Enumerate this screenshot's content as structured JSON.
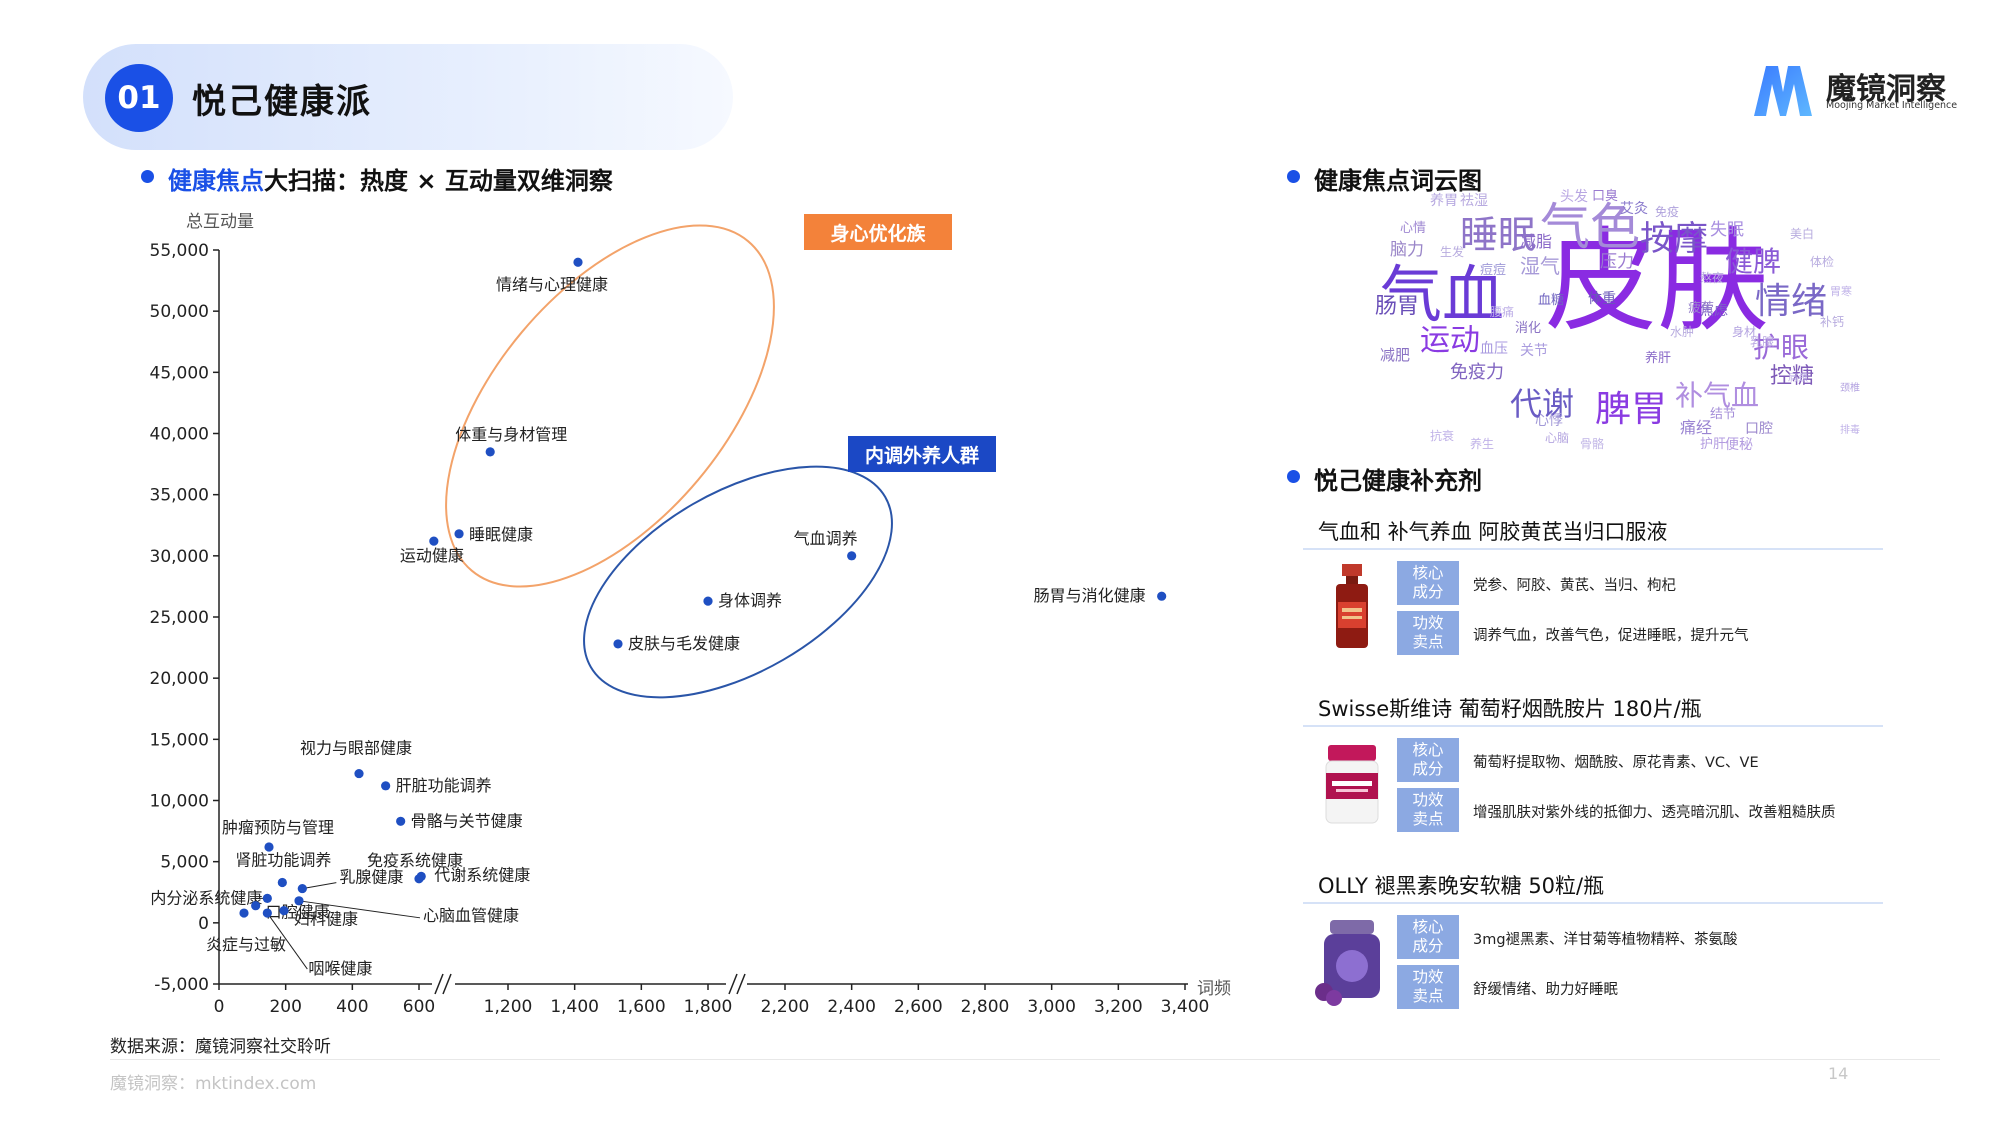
{
  "header": {
    "number": "01",
    "title": "悦己健康派"
  },
  "logo": {
    "name": "魔镜洞察",
    "subtitle": "Moojing Market Intelligence",
    "color": "#2d6cf0"
  },
  "left_section": {
    "title_highlight": "健康焦点",
    "title_rest": "大扫描：热度 × 互动量双维洞察"
  },
  "chart_data": {
    "type": "scatter",
    "ylabel": "总互动量",
    "xlabel": "词频",
    "ylim": [
      -5000,
      55000
    ],
    "yticks": [
      {
        "v": 55000,
        "label": "55,000"
      },
      {
        "v": 50000,
        "label": "50,000"
      },
      {
        "v": 45000,
        "label": "45,000"
      },
      {
        "v": 40000,
        "label": "40,000"
      },
      {
        "v": 35000,
        "label": "35,000"
      },
      {
        "v": 30000,
        "label": "30,000"
      },
      {
        "v": 25000,
        "label": "25,000"
      },
      {
        "v": 20000,
        "label": "20,000"
      },
      {
        "v": 15000,
        "label": "15,000"
      },
      {
        "v": 10000,
        "label": "10,000"
      },
      {
        "v": 5000,
        "label": "5,000"
      },
      {
        "v": 0,
        "label": "0"
      },
      {
        "v": -5000,
        "label": "-5,000"
      }
    ],
    "xticks": [
      "0",
      "200",
      "400",
      "600",
      "1,200",
      "1,400",
      "1,600",
      "1,800",
      "2,200",
      "2,400",
      "2,600",
      "2,800",
      "3,000",
      "3,200",
      "3,400"
    ],
    "axis_breaks": [
      "600-1200",
      "1800-2200"
    ],
    "point_color": "#1f4fc2",
    "points": [
      {
        "label": "情绪与心理健康",
        "x": 1410,
        "y": 54000
      },
      {
        "label": "体重与身材管理",
        "x": 1080,
        "y": 38500
      },
      {
        "label": "睡眠健康",
        "x": 870,
        "y": 31800
      },
      {
        "label": "运动健康",
        "x": 700,
        "y": 31200
      },
      {
        "label": "气血调养",
        "x": 2400,
        "y": 30000
      },
      {
        "label": "身体调养",
        "x": 1800,
        "y": 26300
      },
      {
        "label": "皮肤与毛发健康",
        "x": 1530,
        "y": 22800
      },
      {
        "label": "肠胃与消化健康",
        "x": 3330,
        "y": 26700
      },
      {
        "label": "视力与眼部健康",
        "x": 420,
        "y": 12200
      },
      {
        "label": "肝脏功能调养",
        "x": 500,
        "y": 11200
      },
      {
        "label": "骨骼与关节健康",
        "x": 545,
        "y": 8300
      },
      {
        "label": "肿瘤预防与管理",
        "x": 150,
        "y": 6200
      },
      {
        "label": "免疫系统健康",
        "x": 600,
        "y": 3600
      },
      {
        "label": "代谢系统健康",
        "x": 615,
        "y": 3800
      },
      {
        "label": "肾脏功能调养",
        "x": 190,
        "y": 3300
      },
      {
        "label": "乳腺健康",
        "x": 250,
        "y": 2800
      },
      {
        "label": "内分泌系统健康",
        "x": 145,
        "y": 2000
      },
      {
        "label": "心脑血管健康",
        "x": 240,
        "y": 1800
      },
      {
        "label": "口腔健康",
        "x": 110,
        "y": 1400
      },
      {
        "label": "妇科健康",
        "x": 195,
        "y": 1000
      },
      {
        "label": "炎症与过敏",
        "x": 75,
        "y": 800
      },
      {
        "label": "咽喉健康",
        "x": 145,
        "y": 800
      }
    ],
    "clusters": [
      {
        "name": "身心优化族",
        "color": "#f3a36a"
      },
      {
        "name": "内调外养人群",
        "color": "#2a55a8"
      }
    ]
  },
  "source": "数据来源：魔镜洞察社交聆听",
  "footer": {
    "url": "魔镜洞察：mktindex.com",
    "page": "14"
  },
  "right_section": {
    "cloud_title": "健康焦点词云图",
    "cloud_words": [
      "皮肤",
      "气血",
      "气色",
      "睡眠",
      "按摩",
      "健脾",
      "情绪",
      "肠胃",
      "运动",
      "护眼",
      "代谢",
      "脾胃",
      "补气血",
      "控糖",
      "免疫力",
      "失眠",
      "压力",
      "湿气",
      "减脂",
      "脑力",
      "心情",
      "头发",
      "口臭",
      "艾灸",
      "免疫",
      "体重",
      "血糖",
      "焦虑",
      "疲劳",
      "消化",
      "血压",
      "养肝",
      "减肥",
      "关节",
      "痘痘",
      "养胃",
      "祛湿",
      "心悸",
      "痛经",
      "结节",
      "身材",
      "乳腺",
      "口腔",
      "便秘",
      "护肝",
      "颈椎",
      "肩颈",
      "心脑",
      "骨骼",
      "生发",
      "熬夜",
      "体检",
      "美白",
      "补钙",
      "排毒",
      "养生",
      "抗衰",
      "水肿",
      "腰痛",
      "胃寒"
    ],
    "supplements_title": "悦己健康补充剂",
    "products": [
      {
        "title": "气血和 补气养血 阿胶黄芪当归口服液",
        "badge1": [
          "核心",
          "成分"
        ],
        "ingredients": "党参、阿胶、黄芪、当归、枸杞",
        "badge2": [
          "功效",
          "卖点"
        ],
        "benefits": "调养气血，改善气色，促进睡眠，提升元气"
      },
      {
        "title": "Swisse斯维诗 葡萄籽烟酰胺片 180片/瓶",
        "badge1": [
          "核心",
          "成分"
        ],
        "ingredients": "葡萄籽提取物、烟酰胺、原花青素、VC、VE",
        "badge2": [
          "功效",
          "卖点"
        ],
        "benefits": "增强肌肤对紫外线的抵御力、透亮暗沉肌、改善粗糙肤质"
      },
      {
        "title": "OLLY 褪黑素晚安软糖 50粒/瓶",
        "badge1": [
          "核心",
          "成分"
        ],
        "ingredients": "3mg褪黑素、洋甘菊等植物精粹、茶氨酸",
        "badge2": [
          "功效",
          "卖点"
        ],
        "benefits": "舒缓情绪、助力好睡眠"
      }
    ]
  }
}
